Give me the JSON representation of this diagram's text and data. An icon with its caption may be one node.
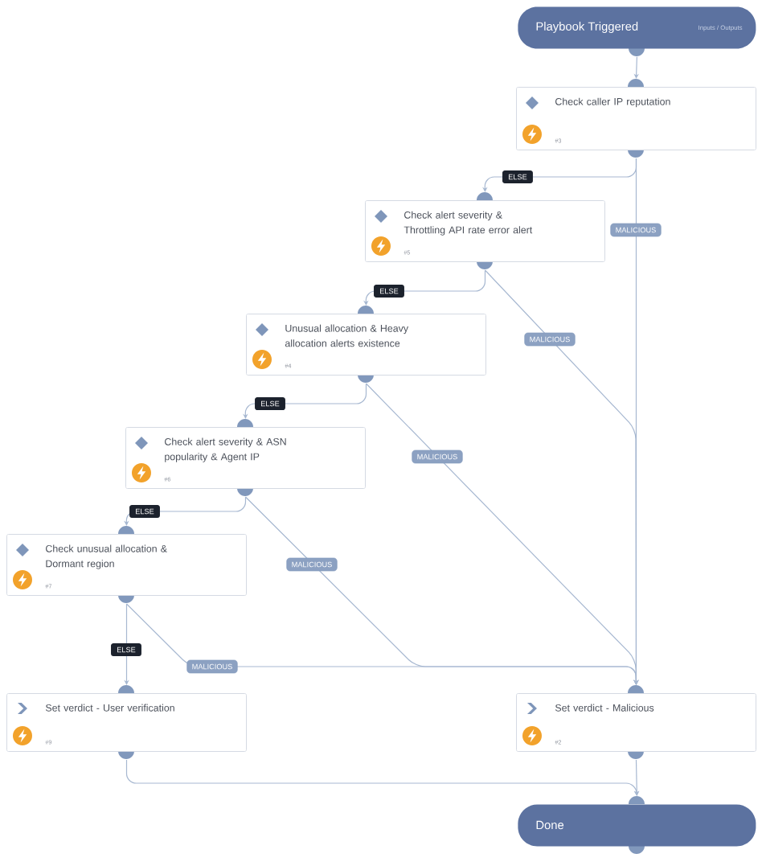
{
  "diagram": {
    "nodes": [
      {
        "text": [
          "Playbook Triggered",
          "Inputs / Outputs"
        ]
      },
      {
        "text": [
          "Check caller IP reputation",
          "#3"
        ]
      },
      {
        "text": [
          "Check alert severity & Throttling API rate error alert",
          "#5"
        ]
      },
      {
        "text": [
          "Unusual allocation & Heavy allocation alerts existence",
          "#4"
        ]
      },
      {
        "text": [
          "Check alert severity & ASN popularity & Agent IP",
          "#6"
        ]
      },
      {
        "text": [
          "Check unusual allocation & Dormant region",
          "#7"
        ]
      },
      {
        "text": [
          "Set verdict - User verification",
          "#9"
        ]
      },
      {
        "text": [
          "Set verdict - Malicious",
          "#2"
        ]
      },
      {
        "text": [
          "Done"
        ]
      }
    ],
    "edges": [
      {
        "from": 0,
        "to": 1,
        "arrow": "to"
      },
      {
        "from": 1,
        "to": 2,
        "arrow": "to",
        "label": "ELSE"
      },
      {
        "from": 1,
        "to": 7,
        "arrow": "to",
        "label": "MALICIOUS"
      },
      {
        "from": 2,
        "to": 3,
        "arrow": "to",
        "label": "ELSE"
      },
      {
        "from": 2,
        "to": 7,
        "arrow": "to",
        "label": "MALICIOUS"
      },
      {
        "from": 3,
        "to": 4,
        "arrow": "to",
        "label": "ELSE"
      },
      {
        "from": 3,
        "to": 7,
        "arrow": "to",
        "label": "MALICIOUS"
      },
      {
        "from": 4,
        "to": 5,
        "arrow": "to",
        "label": "ELSE"
      },
      {
        "from": 4,
        "to": 7,
        "arrow": "to",
        "label": "MALICIOUS"
      },
      {
        "from": 5,
        "to": 6,
        "arrow": "to",
        "label": "ELSE"
      },
      {
        "from": 5,
        "to": 7,
        "arrow": "to",
        "label": "MALICIOUS"
      },
      {
        "from": 6,
        "to": 8,
        "arrow": "to"
      },
      {
        "from": 7,
        "to": 8,
        "arrow": "to"
      }
    ]
  }
}
